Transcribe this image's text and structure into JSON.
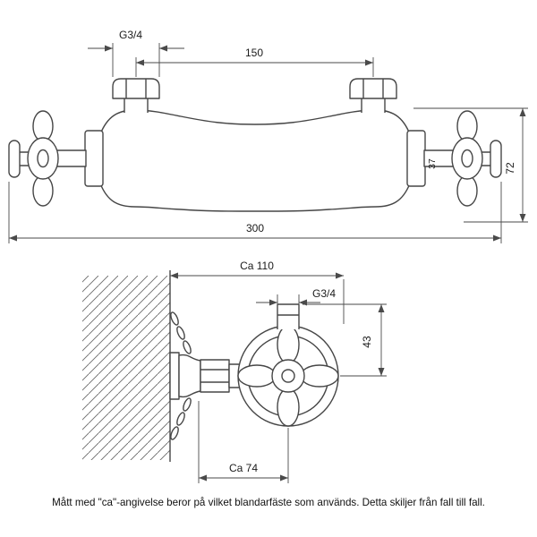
{
  "front_view": {
    "labels": {
      "thread": "G3/4",
      "center_distance": "150",
      "diameter": "37",
      "height": "72",
      "width": "300"
    }
  },
  "side_view": {
    "labels": {
      "depth": "Ca 110",
      "thread": "G3/4",
      "outlet_offset": "43",
      "center_depth": "Ca 74"
    }
  },
  "footer": {
    "note": "Mått med \"ca\"-angivelse beror på vilket blandarfäste som används. Detta skiljer från fall till fall."
  },
  "colors": {
    "line": "#464646",
    "dimension": "#4a4a4a",
    "background": "#ffffff"
  }
}
